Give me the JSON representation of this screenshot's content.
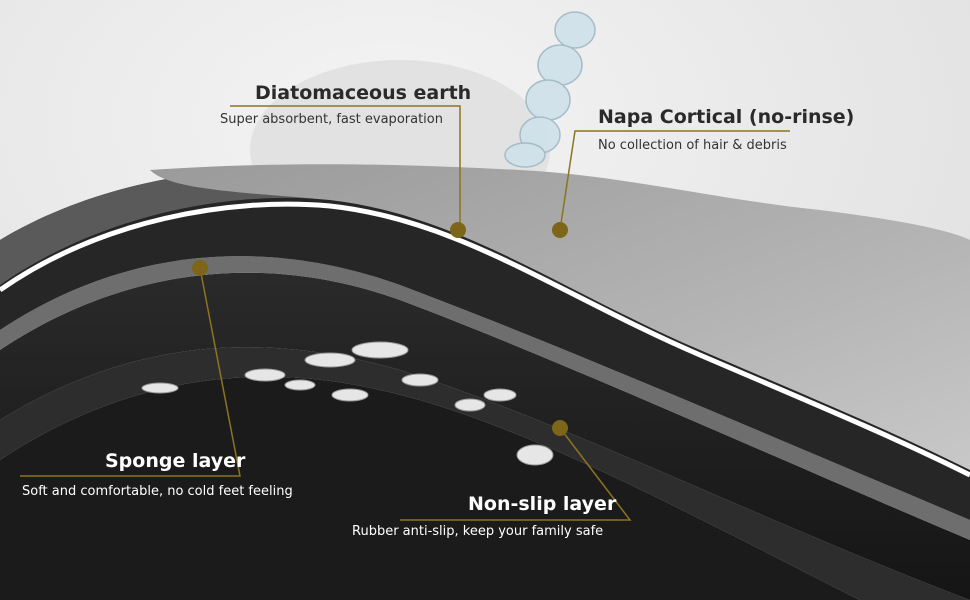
{
  "colors": {
    "leader": "#8c7420",
    "dot": "#7d6519",
    "background": "#e9e9e9"
  },
  "labels": {
    "diatomaceous": {
      "title": "Diatomaceous earth",
      "subtitle": "Super absorbent, fast evaporation"
    },
    "napa": {
      "title": "Napa Cortical (no-rinse)",
      "subtitle": "No collection of hair & debris"
    },
    "sponge": {
      "title": "Sponge layer",
      "subtitle": "Soft and comfortable, no cold feet feeling"
    },
    "nonslip": {
      "title": "Non-slip layer",
      "subtitle": "Rubber anti-slip, keep your family safe"
    }
  }
}
